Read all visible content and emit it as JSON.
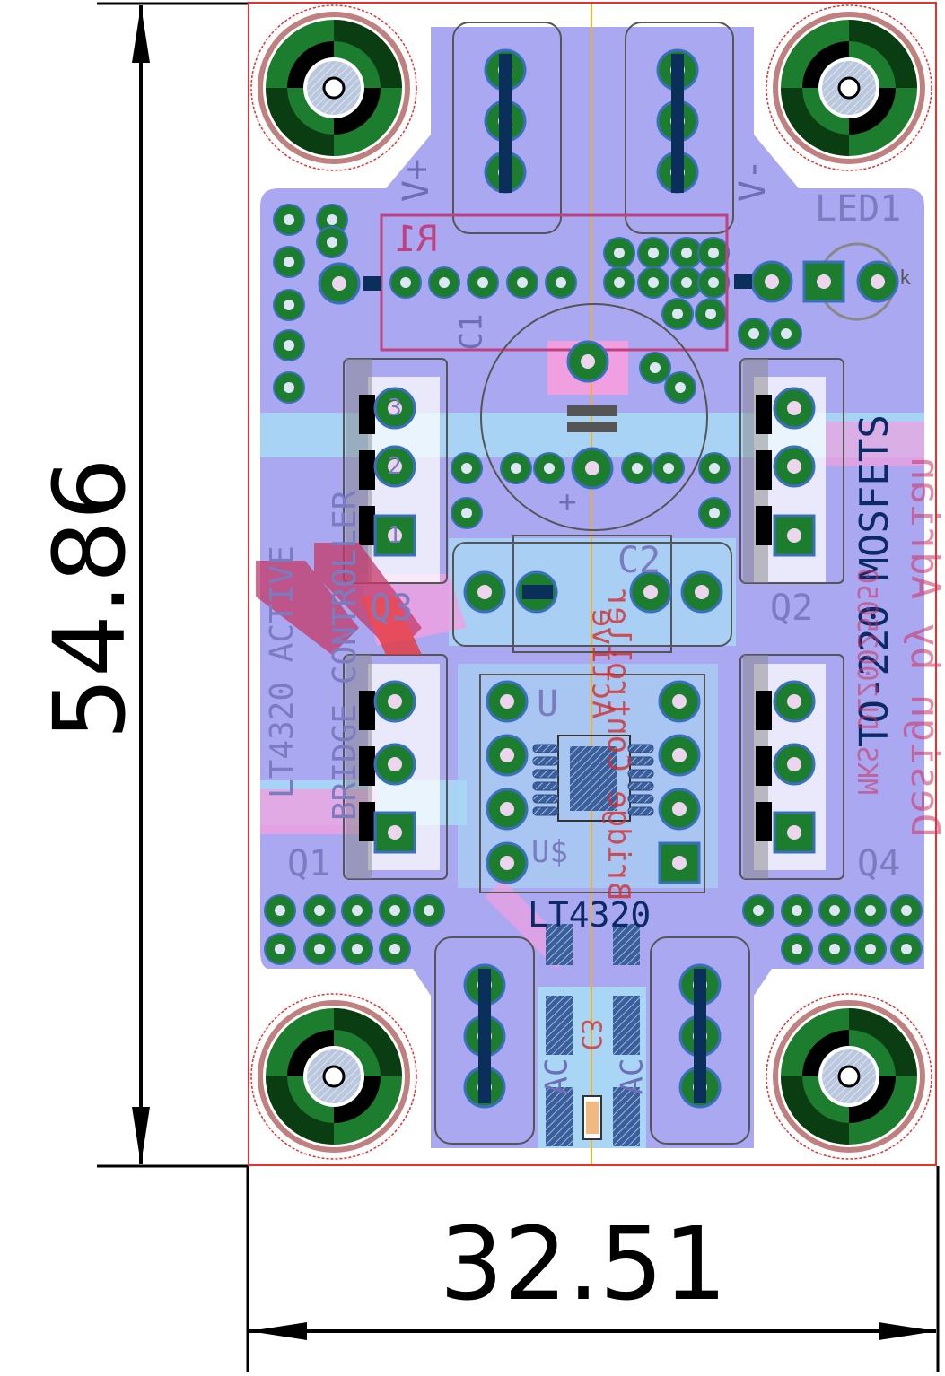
{
  "dimensions": {
    "height": "54.86",
    "width": "32.51"
  },
  "board": {
    "side_text": "LT4320 ACTIVE BRIDGE CONTROLLER",
    "side_text_line1": "LT4320 ACTIVE",
    "side_text_line2": "BRIDGE CONTROLLER",
    "right_text": "TO-220 MOSFETS",
    "right_text_back_1": "MKS DL20025050",
    "right_text_back_2": "Design by Adrian",
    "chip_label": "LT4320",
    "back_note_1": "Active",
    "back_note_2": "Bridge Controller",
    "labels": {
      "vplus": "V+",
      "vminus": "V-",
      "led1": "LED1",
      "r1": "R1",
      "c1": "C1",
      "c2": "C2",
      "c3": "C3",
      "u": "U",
      "ul": "U$",
      "q1": "Q1",
      "q2": "Q2",
      "q3": "Q3",
      "q4": "Q4",
      "led_k": "k",
      "pin1": "1",
      "pin2": "2",
      "pin3": "3",
      "plus": "+",
      "ac1": "AC",
      "ac2": "AC",
      "c3b": "C3"
    }
  },
  "colors": {
    "copper_top": "#aaa8f0",
    "copper_bottom": "#a9daf5",
    "pink": "#f0a0e0",
    "pad_green": "#1a8a2e",
    "outline": "#e83030",
    "centerline": "#f0b020"
  }
}
